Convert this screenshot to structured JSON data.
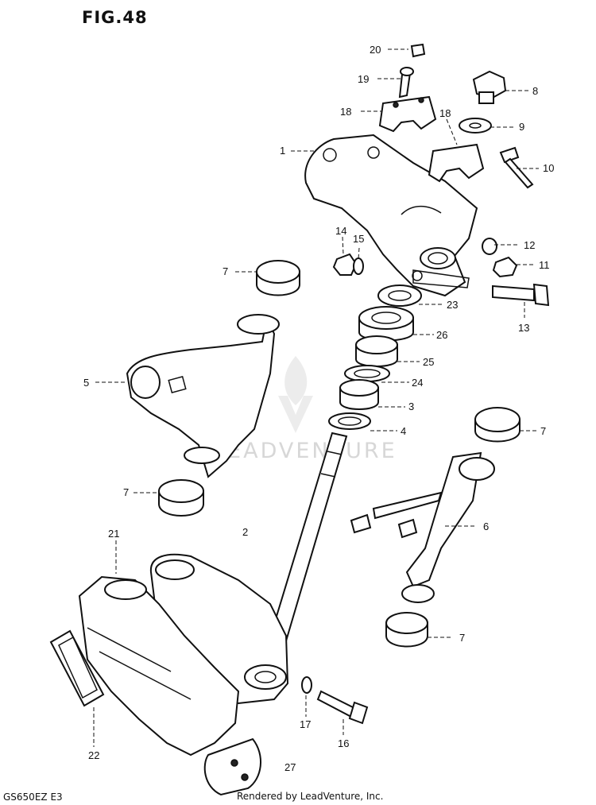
{
  "figure": {
    "title": "FIG.48",
    "model_code": "GS650EZ E3"
  },
  "footer": {
    "credit": "Rendered by LeadVenture, Inc."
  },
  "watermark": {
    "text": "LEADVENTURE"
  },
  "callouts": [
    "1",
    "2",
    "3",
    "4",
    "5",
    "6",
    "7",
    "7",
    "7",
    "7",
    "8",
    "9",
    "10",
    "11",
    "12",
    "13",
    "14",
    "15",
    "16",
    "17",
    "18",
    "18",
    "19",
    "20",
    "21",
    "22",
    "23",
    "24",
    "25",
    "26",
    "27"
  ]
}
